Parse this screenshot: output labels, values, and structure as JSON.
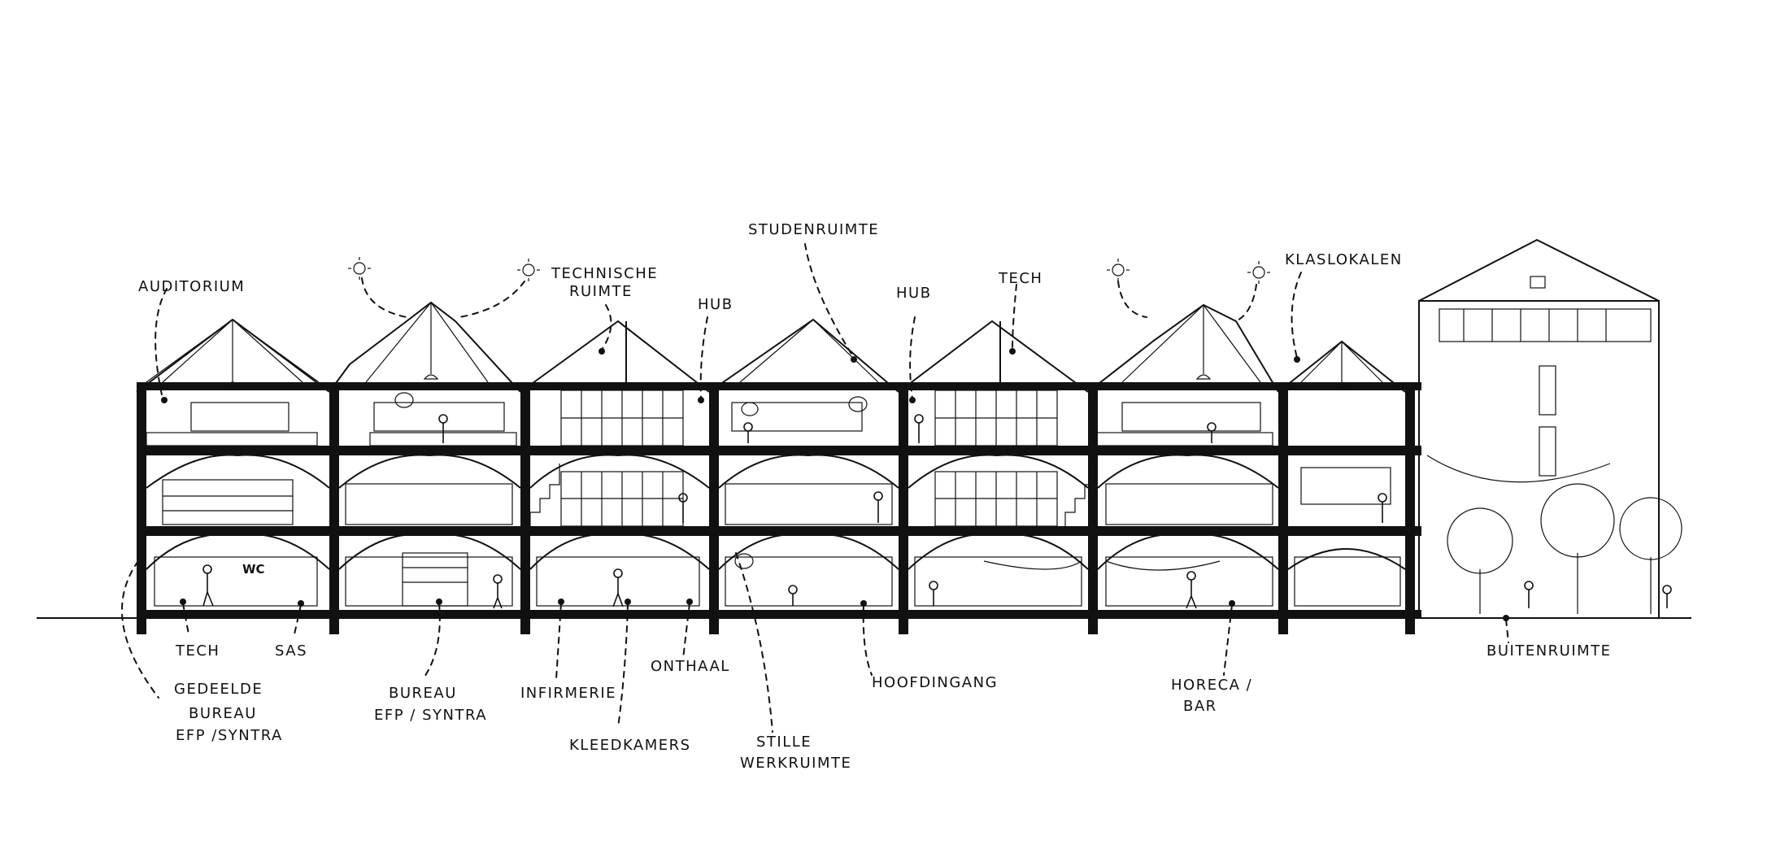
{
  "labels": {
    "auditorium": "AUDITORIUM",
    "technische_ruimte_1": "TECHNISCHE",
    "technische_ruimte_2": "RUIMTE",
    "hub_left": "HUB",
    "studenruimte": "STUDENRUIMTE",
    "hub_right": "HUB",
    "tech_top": "TECH",
    "klaslokalen": "KLASLOKALEN",
    "wc": "WC",
    "tech_bottom": "TECH",
    "sas": "SAS",
    "gedeelde_1": "GEDEELDE",
    "gedeelde_2": "BUREAU",
    "gedeelde_3": "EFP /SYNTRA",
    "bureau_1": "BUREAU",
    "bureau_2": "EFP / SYNTRA",
    "infirmerie": "INFIRMERIE",
    "onthaal": "ONTHAAL",
    "kleedkamers": "KLEEDKAMERS",
    "stille_1": "STILLE",
    "stille_2": "WERKRUIMTE",
    "hoofdingang": "HOOFDINGANG",
    "horeca_1": "HORECA /",
    "horeca_2": "BAR",
    "buitenruimte": "BUITENRUIMTE"
  },
  "icons": [
    "sun-icon",
    "speech-bubble-icon",
    "lamp-icon",
    "person-figure-icon",
    "tree-icon",
    "string-lights-icon"
  ],
  "colors": {
    "ink": "#111111",
    "paper": "#ffffff"
  }
}
